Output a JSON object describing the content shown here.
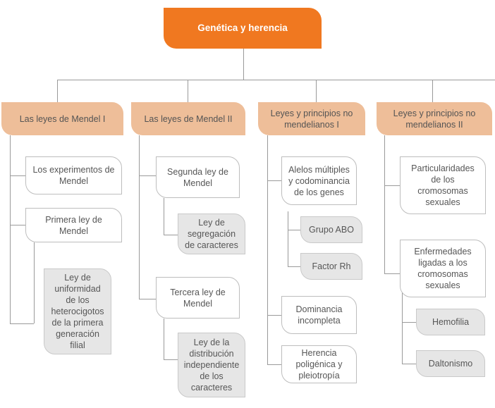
{
  "diagram": {
    "type": "hierarchical-tree-mindmap",
    "language": "es",
    "title": "Genética y herencia",
    "colors": {
      "root_fill": "#f07820",
      "root_text": "#ffffff",
      "level2_fill": "#eebe99",
      "level2_text": "#545454",
      "level3_fill": "#ffffff",
      "level3_border": "#bdbdbd",
      "level4_fill": "#e6e6e6",
      "level4_border": "#c9c9c9",
      "connector": "#9a9a9a",
      "background": "#ffffff"
    },
    "root": {
      "label": "Genética y herencia"
    },
    "branches": [
      {
        "label": "Las leyes de Mendel I",
        "children": [
          {
            "label": "Los experimentos de Mendel",
            "children": []
          },
          {
            "label": "Primera ley de Mendel",
            "children": [
              {
                "label": "Ley de uniformidad de los heterocigotos de la primera generación filial"
              }
            ]
          }
        ]
      },
      {
        "label": "Las leyes de Mendel II",
        "children": [
          {
            "label": "Segunda ley de Mendel",
            "children": [
              {
                "label": "Ley de segregación de caracteres"
              }
            ]
          },
          {
            "label": "Tercera ley de Mendel",
            "children": [
              {
                "label": "Ley de la distribución independiente de los caracteres"
              }
            ]
          }
        ]
      },
      {
        "label": "Leyes y principios no mendelianos I",
        "children": [
          {
            "label": "Alelos múltiples y codominancia de los genes",
            "children": [
              {
                "label": "Grupo ABO"
              },
              {
                "label": "Factor Rh"
              }
            ]
          },
          {
            "label": "Dominancia incompleta",
            "children": []
          },
          {
            "label": "Herencia poligénica y pleiotropía",
            "children": []
          }
        ]
      },
      {
        "label": "Leyes y principios no mendelianos II",
        "children": [
          {
            "label": "Particularidades de los cromosomas sexuales",
            "children": []
          },
          {
            "label": "Enfermedades ligadas a los cromosomas sexuales",
            "children": [
              {
                "label": "Hemofilia"
              },
              {
                "label": "Daltonismo"
              }
            ]
          }
        ]
      }
    ]
  }
}
